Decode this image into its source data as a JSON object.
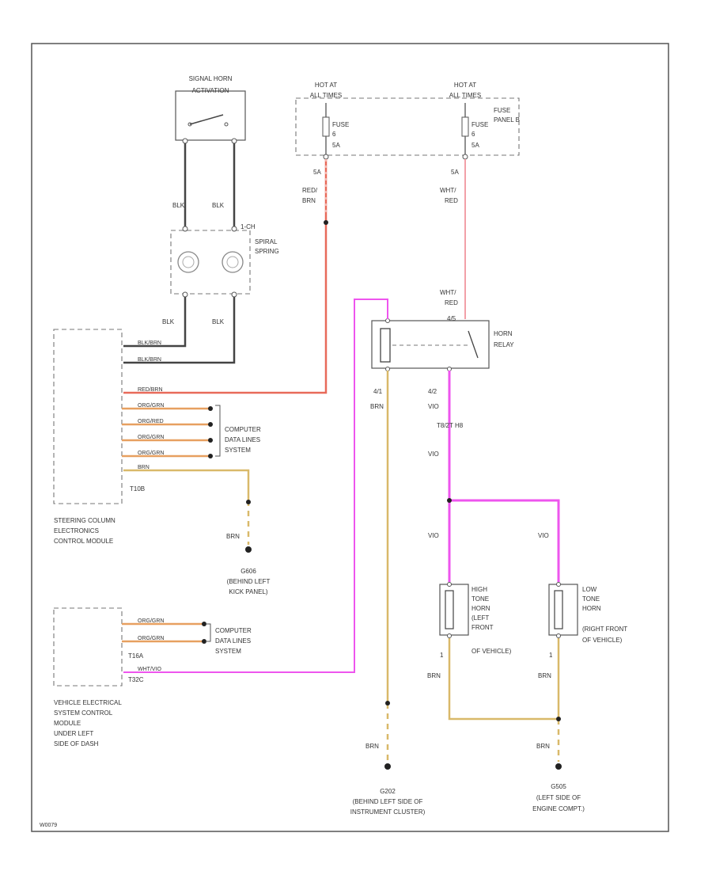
{
  "diagram_id": "W0079",
  "colors": {
    "red_brn": "#e86a5a",
    "wht_red": "#f2a0a8",
    "violet": "#ee55ee",
    "brown": "#d9b96a",
    "black": "#333333",
    "grid": "#555555"
  },
  "horn_switch": {
    "label_1": "SIGNAL HORN",
    "label_2": "ACTIVATION"
  },
  "spiral_spring": {
    "label_1": "SPIRAL",
    "label_2": "SPRING",
    "pin_label": "1-CH"
  },
  "wires_top": {
    "blk_left": "BLK",
    "blk_right": "BLK"
  },
  "wires_mid": {
    "blk_left": "BLK",
    "blk_right": "BLK"
  },
  "fuse_panel": {
    "hot_left_1": "HOT AT",
    "hot_left_2": "ALL TIMES",
    "hot_right_1": "HOT AT",
    "hot_right_2": "ALL TIMES",
    "fuse_left": "FUSE",
    "fuse_left_num": "6",
    "fuse_left_amp": "5A",
    "fuse_right": "FUSE",
    "fuse_right_num": "6",
    "fuse_right_amp": "5A",
    "panel_label_1": "FUSE",
    "panel_label_2": "PANEL B",
    "pin_left": "5A",
    "pin_right": "5A"
  },
  "wire_labels": {
    "red_brn_1": "RED/",
    "red_brn_2": "BRN",
    "wht_red_1": "WHT/",
    "wht_red_2": "RED",
    "wht_red_relay_1": "WHT/",
    "wht_red_relay_2": "RED",
    "relay_out_brn": "BRN",
    "vio_1": "VIO",
    "vio_2": "VIO",
    "vio_3": "VIO",
    "vio_4": "VIO",
    "relay_out_pin": "4/1",
    "relay_vio_pin": "4/2",
    "t_label": "T8/2T  H8",
    "brn_ground_left": "BRN",
    "brn_high_tone": "BRN",
    "brn_low_tone": "BRN",
    "brn_g202": "BRN",
    "brn_g505": "BRN"
  },
  "relay": {
    "label_1": "HORN",
    "label_2": "RELAY",
    "pin_top": "4/5"
  },
  "steering_module": {
    "label_1": "STEERING COLUMN",
    "label_2": "ELECTRONICS",
    "label_3": "CONTROL MODULE",
    "connector": "T10B",
    "pins": [
      "BLK/BRN",
      "BLK/BRN",
      "RED/BRN",
      "ORG/GRN",
      "ORG/RED",
      "ORG/GRN",
      "ORG/GRN",
      "BRN"
    ],
    "data_lines_1": "COMPUTER",
    "data_lines_2": "DATA LINES",
    "data_lines_3": "SYSTEM"
  },
  "ground_g606": {
    "label_1": "G606",
    "label_2": "(BEHIND LEFT",
    "label_3": "KICK PANEL)"
  },
  "vehicle_module": {
    "label_1": "VEHICLE ELECTRICAL",
    "label_2": "SYSTEM CONTROL",
    "label_3": "MODULE",
    "label_4": "UNDER LEFT",
    "label_5": "SIDE OF DASH",
    "connector_1": "T16A",
    "connector_2": "T32C",
    "pins": [
      "ORG/GRN",
      "ORG/GRN",
      "WHT/VIO"
    ],
    "data_lines_1": "COMPUTER",
    "data_lines_2": "DATA LINES",
    "data_lines_3": "SYSTEM"
  },
  "high_horn": {
    "label_1": "HIGH",
    "label_2": "TONE",
    "label_3": "HORN",
    "label_4": "(LEFT",
    "label_5": "FRONT",
    "label_6": "OF VEHICLE)",
    "pin": "1"
  },
  "low_horn": {
    "label_1": "LOW",
    "label_2": "TONE",
    "label_3": "HORN",
    "label_4": "(RIGHT FRONT",
    "label_5": "OF VEHICLE)",
    "pin": "1"
  },
  "ground_g202": {
    "label_1": "G202",
    "label_2": "(BEHIND LEFT SIDE OF",
    "label_3": "INSTRUMENT CLUSTER)"
  },
  "ground_g505": {
    "label_1": "G505",
    "label_2": "(LEFT SIDE OF",
    "label_3": "ENGINE COMPT.)"
  }
}
